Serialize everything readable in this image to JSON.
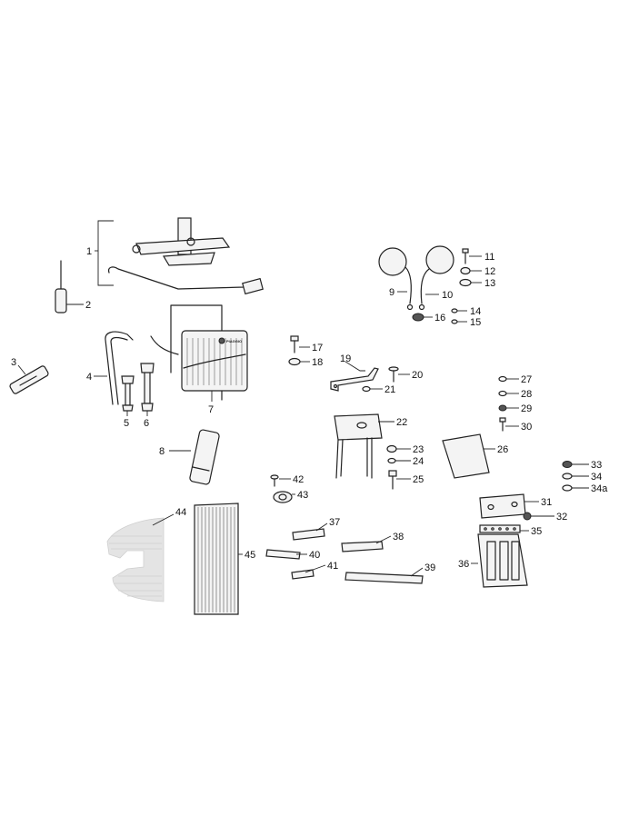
{
  "diagram": {
    "callouts": [
      "1",
      "2",
      "3",
      "4",
      "5",
      "6",
      "7",
      "8",
      "9",
      "10",
      "11",
      "12",
      "13",
      "14",
      "15",
      "16",
      "17",
      "18",
      "19",
      "20",
      "21",
      "22",
      "23",
      "24",
      "25",
      "26",
      "27",
      "28",
      "29",
      "30",
      "31",
      "32",
      "33",
      "34",
      "34a",
      "35",
      "36",
      "37",
      "38",
      "39",
      "40",
      "41",
      "42",
      "43",
      "44",
      "45"
    ],
    "logo_text": "PIAGGIO"
  }
}
